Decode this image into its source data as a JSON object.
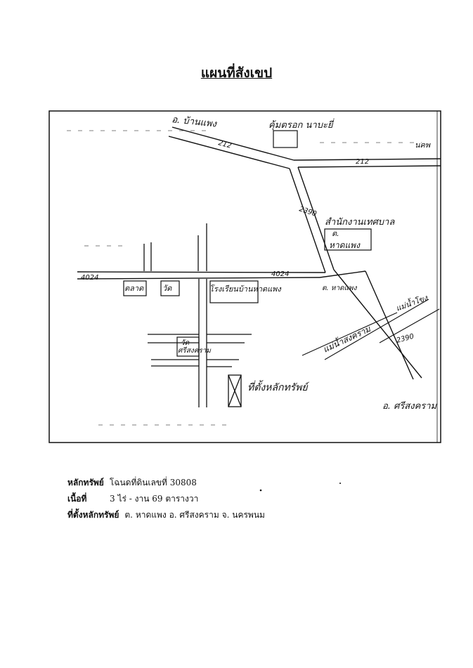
{
  "title": "แผนที่สังเขป",
  "map": {
    "labels": {
      "top_village": "อ. บ้านแพง",
      "top_center_place": "คุ้มตรอก นาบะยี่",
      "top_right_place": "นคพ",
      "road_212_left": "212",
      "road_212_right": "212",
      "road_2390_top": "2390",
      "road_2390_bottom": "2390",
      "road_4024_left": "4024",
      "road_4024_mid": "4024",
      "sao_office": "สำนักงานเทศบาล",
      "sao_tambon": "ต.",
      "sao_name": "หาดแพง",
      "tambon_mark": "ต. หาดแพง",
      "market": "ตลาด",
      "temple": "วัด",
      "school": "โรงเรียนบ้านหาดแพง",
      "temple2": "วัด",
      "temple2_name": "ศรีสงคราม",
      "property_site": "ที่ตั้งหลักทรัพย์",
      "river1": "แม่น้ำโขง",
      "river2": "แม่น้ำสงคราม",
      "bottom_right_town": "อ. ศรีสงคราม"
    },
    "colors": {
      "ink": "#111111",
      "paper": "#ffffff"
    }
  },
  "info": {
    "asset_label": "หลักทรัพย์",
    "asset_value": "โฉนดที่ดินเลขที่  30808",
    "area_label": "เนื้อที่",
    "area_value": "3 ไร่  - งาน  69  ตารางวา",
    "location_label": "ที่ตั้งหลักทรัพย์",
    "location_value": "ต. หาดแพง  อ. ศรีสงคราม   จ. นครพนม"
  }
}
